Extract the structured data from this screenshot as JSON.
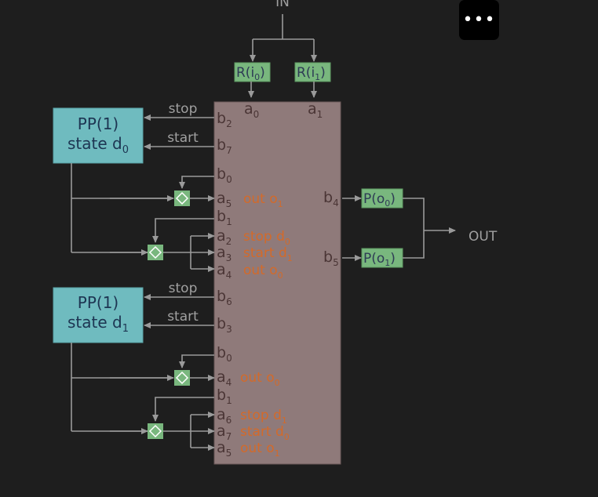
{
  "header": {
    "menu_icon": "more-horizontal-icon"
  },
  "diagram": {
    "input_label": "IN",
    "output_label": "OUT",
    "receivers": [
      {
        "name": "R(i",
        "sub": "0",
        "close": ")"
      },
      {
        "name": "R(i",
        "sub": "1",
        "close": ")"
      }
    ],
    "senders": [
      {
        "name": "P(o",
        "sub": "0",
        "close": ")"
      },
      {
        "name": "P(o",
        "sub": "1",
        "close": ")"
      }
    ],
    "pp_blocks": [
      {
        "line1": "PP(1)",
        "line2": "state d",
        "sub": "0"
      },
      {
        "line1": "PP(1)",
        "line2": "state d",
        "sub": "1"
      }
    ],
    "arrow_labels": {
      "stop": "stop",
      "start": "start"
    },
    "ports": {
      "a0": {
        "base": "a",
        "sub": "0"
      },
      "a1": {
        "base": "a",
        "sub": "1"
      },
      "b2": {
        "base": "b",
        "sub": "2"
      },
      "b7": {
        "base": "b",
        "sub": "7"
      },
      "b0_top": {
        "base": "b",
        "sub": "0"
      },
      "a5_top": {
        "base": "a",
        "sub": "5"
      },
      "b1_top": {
        "base": "b",
        "sub": "1"
      },
      "a2": {
        "base": "a",
        "sub": "2"
      },
      "a3": {
        "base": "a",
        "sub": "3"
      },
      "a4_top": {
        "base": "a",
        "sub": "4"
      },
      "b6": {
        "base": "b",
        "sub": "6"
      },
      "b3": {
        "base": "b",
        "sub": "3"
      },
      "b0_bot": {
        "base": "b",
        "sub": "0"
      },
      "a4_bot": {
        "base": "a",
        "sub": "4"
      },
      "b1_bot": {
        "base": "b",
        "sub": "1"
      },
      "a6": {
        "base": "a",
        "sub": "6"
      },
      "a7": {
        "base": "a",
        "sub": "7"
      },
      "a5_bot": {
        "base": "a",
        "sub": "5"
      },
      "b4": {
        "base": "b",
        "sub": "4"
      },
      "b5": {
        "base": "b",
        "sub": "5"
      }
    },
    "actions": {
      "top_out_o1": {
        "text": "out o",
        "sub": "1"
      },
      "top_stop_d0": {
        "text": "stop d",
        "sub": "0"
      },
      "top_start_d1": {
        "text": "start d",
        "sub": "1"
      },
      "top_out_o0": {
        "text": "out o",
        "sub": "0"
      },
      "bot_out_o0": {
        "text": "out o",
        "sub": "0"
      },
      "bot_stop_d1": {
        "text": "stop d",
        "sub": "1"
      },
      "bot_start_d0": {
        "text": "start d",
        "sub": "0"
      },
      "bot_out_o1": {
        "text": "out o",
        "sub": "1"
      }
    }
  },
  "colors": {
    "background": "#1e1e1e",
    "main_block": "#8f7a7a",
    "pp_block": "#6fbbbf",
    "rp_block": "#79b77e",
    "wire": "#9a9a9a",
    "action_text": "#d36a2a"
  }
}
